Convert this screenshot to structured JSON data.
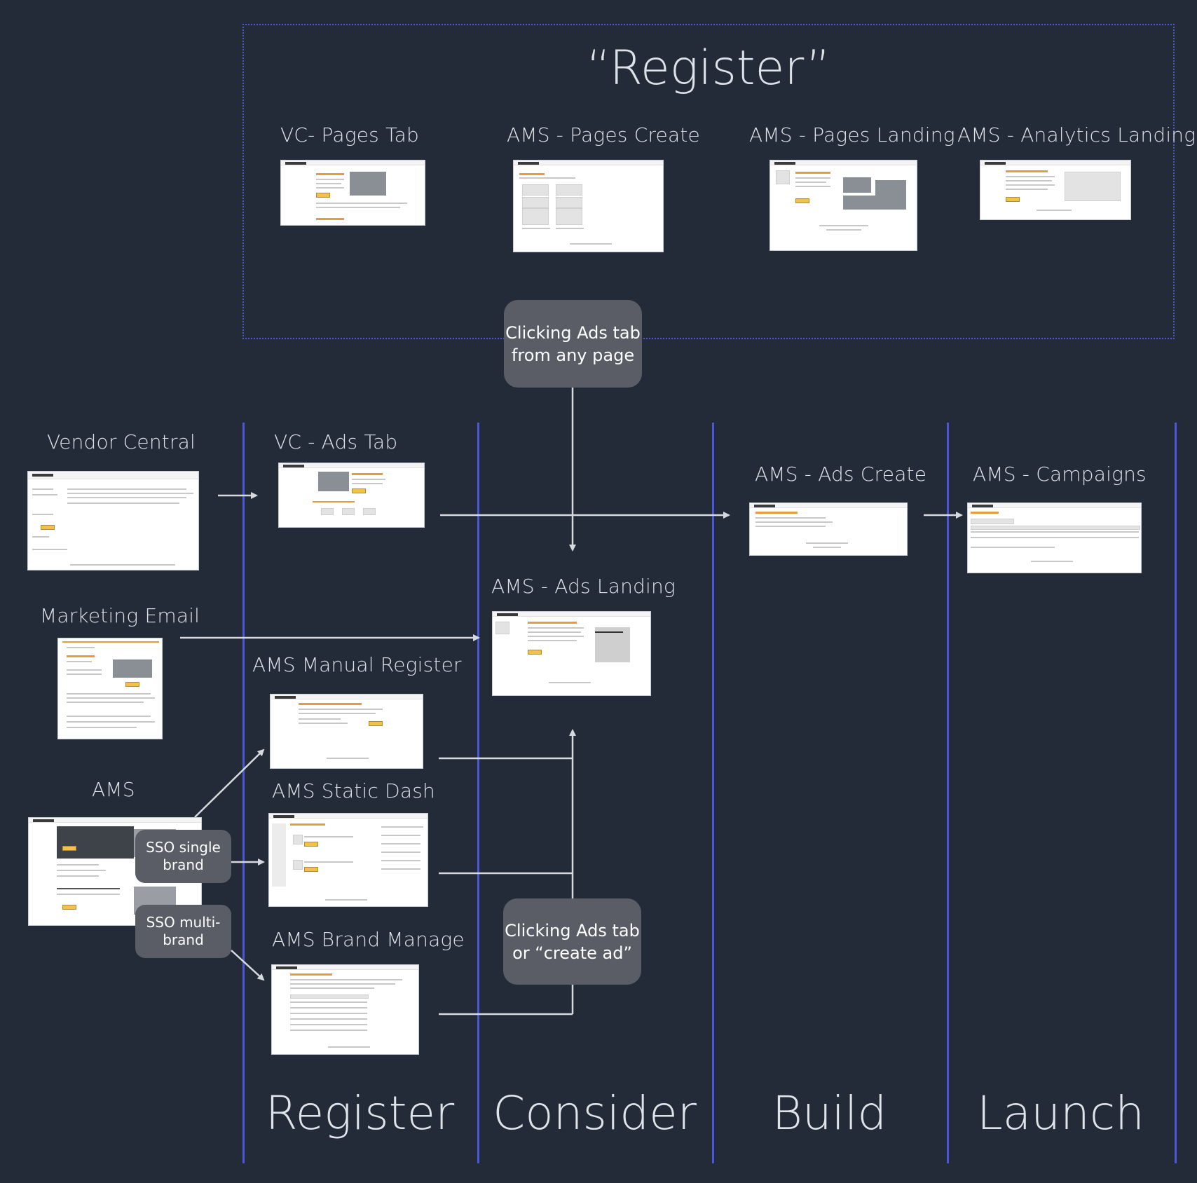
{
  "register_section": {
    "title": "“Register”",
    "screens": [
      "VC- Pages Tab",
      "AMS - Pages Create",
      "AMS - Pages Landing",
      "AMS - Analytics Landing"
    ]
  },
  "entry_points": {
    "vendor_central": "Vendor Central",
    "marketing_email": "Marketing Email",
    "ams": "AMS"
  },
  "screens": {
    "vc_ads_tab": "VC - Ads Tab",
    "ams_manual_register": "AMS Manual Register",
    "ams_static_dash": "AMS Static Dash",
    "ams_brand_manage": "AMS Brand Manage",
    "ams_ads_landing": "AMS - Ads Landing",
    "ams_ads_create": "AMS - Ads Create",
    "ams_campaigns": "AMS - Campaigns"
  },
  "callouts": {
    "ads_tab_any_page": "Clicking Ads tab from any page",
    "ads_tab_create_ad": "Clicking Ads tab or “create ad”",
    "sso_single_brand": "SSO single brand",
    "sso_multi_brand": "SSO multi-brand"
  },
  "stages": [
    "Register",
    "Consider",
    "Build",
    "Launch"
  ],
  "colors": {
    "background": "#232b39",
    "stage_divider": "#4a58d8",
    "callout": "#5a5d66",
    "arrow": "#d6d9de"
  }
}
